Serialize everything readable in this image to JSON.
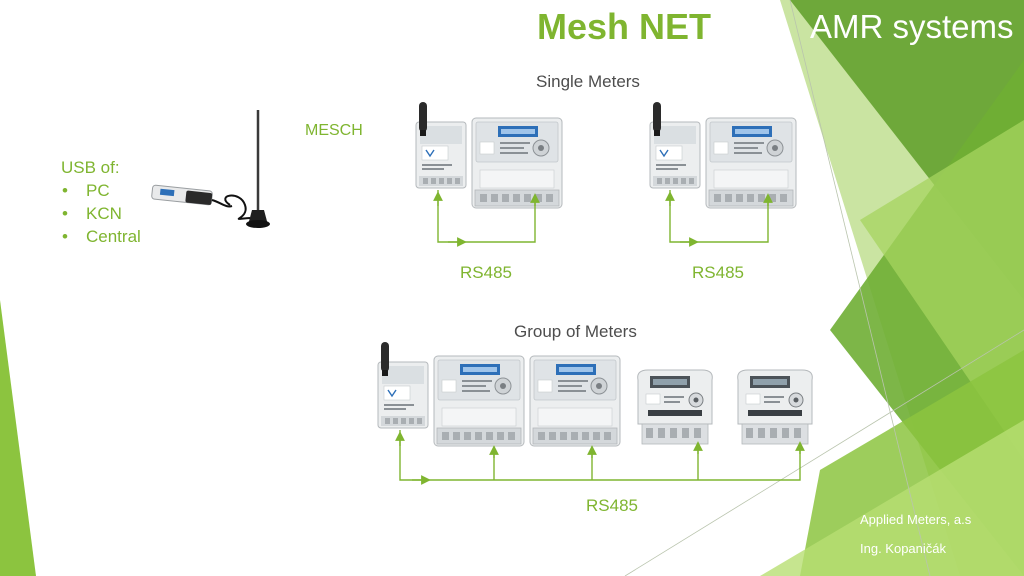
{
  "slide": {
    "title": "Mesh NET",
    "brand": "AMR systems",
    "single_heading": "Single Meters",
    "group_heading": "Group of Meters",
    "mesch_label": "MESCH",
    "usb": {
      "heading": "USB of:",
      "items": [
        "PC",
        "KCN",
        "Central"
      ]
    },
    "bus_labels": [
      "RS485",
      "RS485",
      "RS485"
    ],
    "footer": {
      "company": "Applied Meters, a.s",
      "author": "Ing. Kopaničák"
    }
  },
  "colors": {
    "accent_green": "#7fb530",
    "light_green": "#b7d97a",
    "dark_green": "#5e9a2a",
    "text_dark": "#4d4d4d",
    "device_gray": "#e9ebec",
    "display_blue": "#2d6fb8"
  },
  "icons": [
    "usb-antenna-icon",
    "mesch-module-icon",
    "electricity-meter-icon",
    "single-phase-meter-icon"
  ]
}
